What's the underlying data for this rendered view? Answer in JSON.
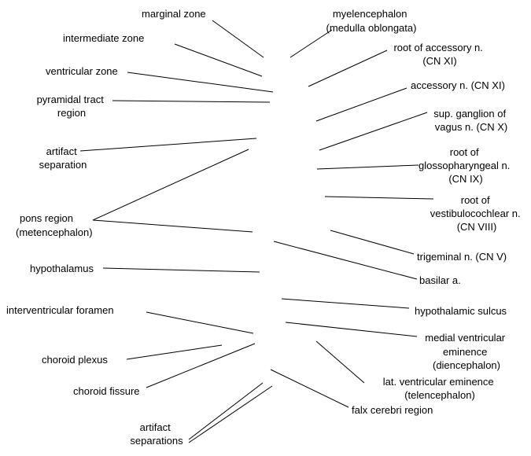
{
  "left_labels": {
    "marginal_zone": "marginal zone",
    "intermediate_zone": "intermediate zone",
    "ventricular_zone": "ventricular zone",
    "pyramidal_tract": [
      "pyramidal tract",
      "region"
    ],
    "artifact_separation": [
      "artifact",
      "separation"
    ],
    "pons_region": [
      "pons region",
      "(metencephalon)"
    ],
    "hypothalamus": "hypothalamus",
    "interventricular_foramen": "interventricular foramen",
    "choroid_plexus": "choroid plexus",
    "choroid_fissure": "choroid fissure",
    "artifact_separations": [
      "artifact",
      "separations"
    ]
  },
  "right_labels": {
    "myelencephalon": [
      "myelencephalon",
      "(medulla oblongata)"
    ],
    "root_accessory": [
      "root of accessory n.",
      "(CN XI)"
    ],
    "accessory": "accessory n. (CN XI)",
    "sup_ganglion_vagus": [
      "sup. ganglion of",
      "vagus n. (CN X)"
    ],
    "root_glossopharyngeal": [
      "root of",
      "glossopharyngeal n.",
      "(CN IX)"
    ],
    "root_vestibulocochlear": [
      "root of",
      "vestibulocochlear n.",
      "(CN VIII)"
    ],
    "trigeminal": "trigeminal n. (CN V)",
    "basilar": "basilar a.",
    "hypothalamic_sulcus": "hypothalamic sulcus",
    "medial_ventricular_eminence": [
      "medial ventricular",
      "eminence",
      "(diencephalon)"
    ],
    "lat_ventricular_eminence": [
      "lat. ventricular eminence",
      "(telencephalon)"
    ],
    "falx_cerebri": "falx cerebri region"
  }
}
